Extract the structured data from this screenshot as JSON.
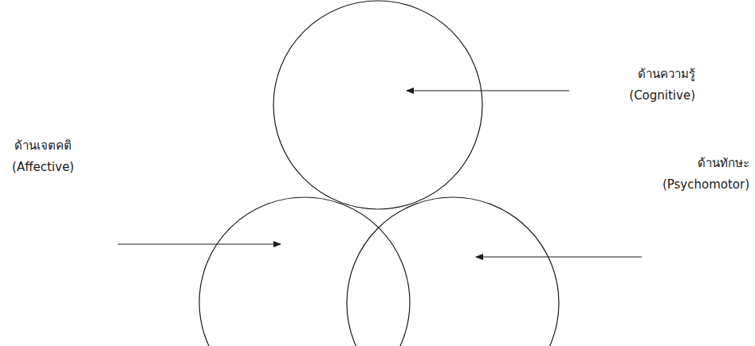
{
  "diagram": {
    "labels": [
      "ด้านความรู้ (Cognitive)",
      "ด้านเจตคติ (Affective)",
      "ด้านทักษะ (Psychomotor)"
    ]
  }
}
